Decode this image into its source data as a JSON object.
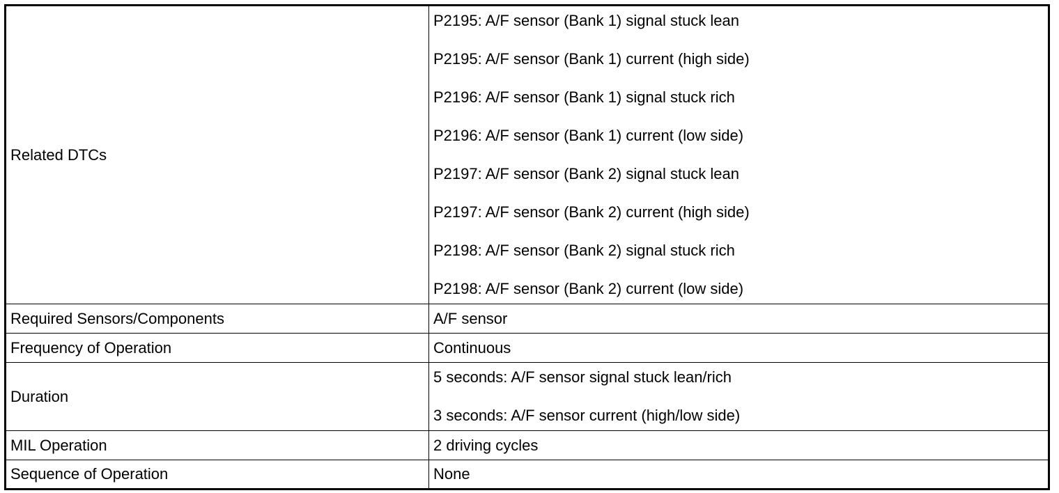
{
  "rows": {
    "related_dtcs": {
      "label": "Related DTCs",
      "values": [
        "P2195: A/F sensor (Bank 1) signal stuck lean",
        "P2195: A/F sensor (Bank 1) current (high side)",
        "P2196: A/F sensor (Bank 1) signal stuck rich",
        "P2196: A/F sensor (Bank 1) current (low side)",
        "P2197: A/F sensor (Bank 2) signal stuck lean",
        "P2197: A/F sensor (Bank 2) current (high side)",
        "P2198: A/F sensor (Bank 2) signal stuck rich",
        "P2198: A/F sensor (Bank 2) current (low side)"
      ]
    },
    "required_sensors": {
      "label": "Required Sensors/Components",
      "value": "A/F sensor"
    },
    "frequency": {
      "label": "Frequency of Operation",
      "value": "Continuous"
    },
    "duration": {
      "label": "Duration",
      "values": [
        "5 seconds: A/F sensor signal stuck lean/rich",
        "3 seconds: A/F sensor current (high/low side)"
      ]
    },
    "mil_operation": {
      "label": "MIL Operation",
      "value": "2 driving cycles"
    },
    "sequence": {
      "label": "Sequence of Operation",
      "value": "None"
    }
  }
}
